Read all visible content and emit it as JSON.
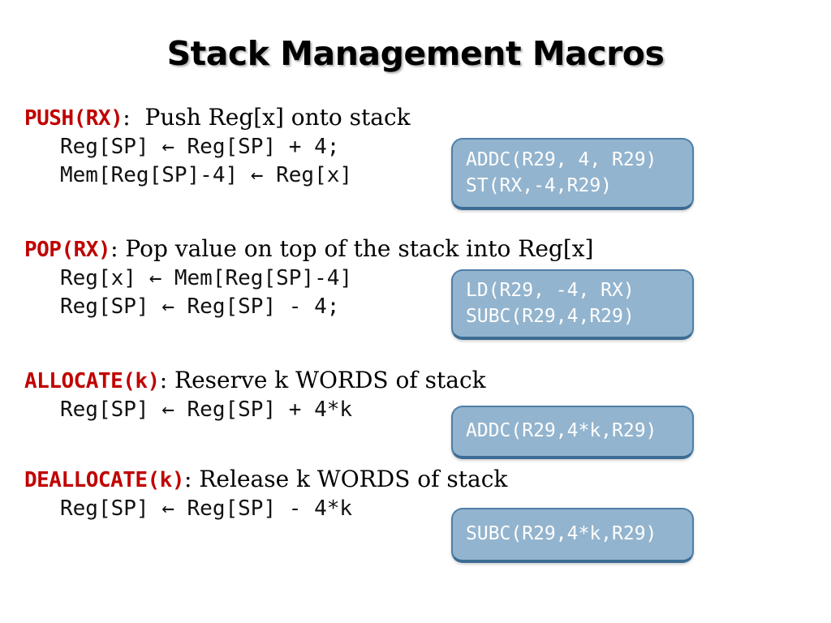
{
  "slide": {
    "title": "Stack Management Macros",
    "background_color": "#FFFFFF",
    "accent_red": "#C00000",
    "callout_fill": "#93B4CE",
    "callout_border": "#4E7FA8",
    "callout_text_color": "#FFFFFF"
  },
  "macros": [
    {
      "name": "PUSH(RX)",
      "separator": ":",
      "description": "Push Reg[x] onto stack",
      "lines": [
        "Reg[SP] ← Reg[SP] + 4;",
        "Mem[Reg[SP]-4] ← Reg[x]"
      ],
      "callout": [
        "ADDC(R29, 4, R29)",
        "ST(RX,-4,R29)"
      ]
    },
    {
      "name": "POP(RX)",
      "separator": ":",
      "description": "Pop value on top of the stack into Reg[x]",
      "lines": [
        "Reg[x] ← Mem[Reg[SP]-4]",
        "Reg[SP] ← Reg[SP] - 4;"
      ],
      "callout": [
        "LD(R29, -4, RX)",
        "SUBC(R29,4,R29)"
      ]
    },
    {
      "name": "ALLOCATE(k)",
      "separator": ":",
      "description": "Reserve k WORDS of stack",
      "lines": [
        "Reg[SP] ← Reg[SP] + 4*k"
      ],
      "callout": [
        "ADDC(R29,4*k,R29)"
      ]
    },
    {
      "name": "DEALLOCATE(k)",
      "separator": ":",
      "description": "Release k WORDS of stack",
      "lines": [
        "Reg[SP] ← Reg[SP] - 4*k"
      ],
      "callout": [
        "SUBC(R29,4*k,R29)"
      ]
    }
  ]
}
